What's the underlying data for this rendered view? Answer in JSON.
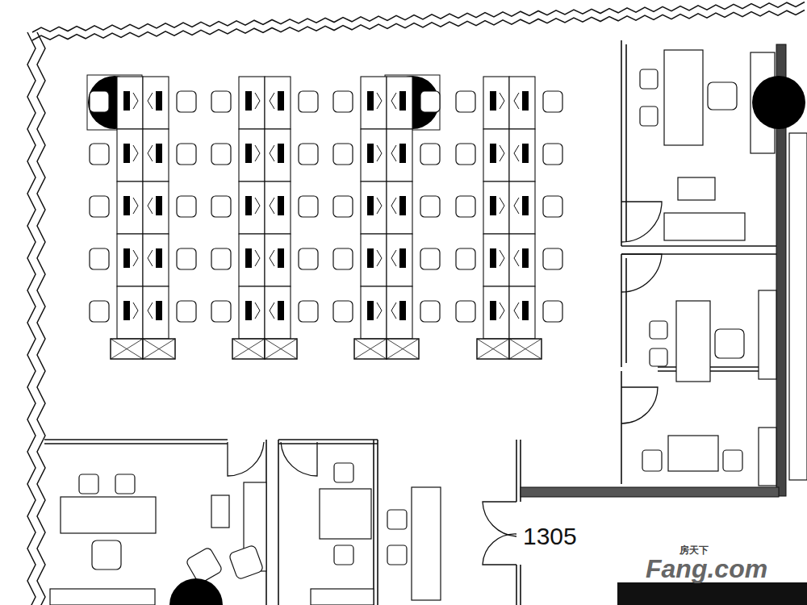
{
  "diagram": {
    "labels": [
      "1305",
      "房天下",
      "Fang.com"
    ]
  }
}
